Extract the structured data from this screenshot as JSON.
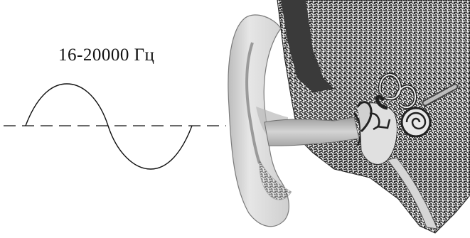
{
  "frequency_label": "16-20000 Гц",
  "diagram": {
    "subject": "ear-cross-section",
    "wave_shape": "sine",
    "wave_periods": 1,
    "colors": {
      "ink": "#111111",
      "skin": "#d9d9d9",
      "skin_shadow": "#a9a9a9",
      "bone": "#1e1e1e",
      "canal": "#c6c6c6"
    }
  }
}
